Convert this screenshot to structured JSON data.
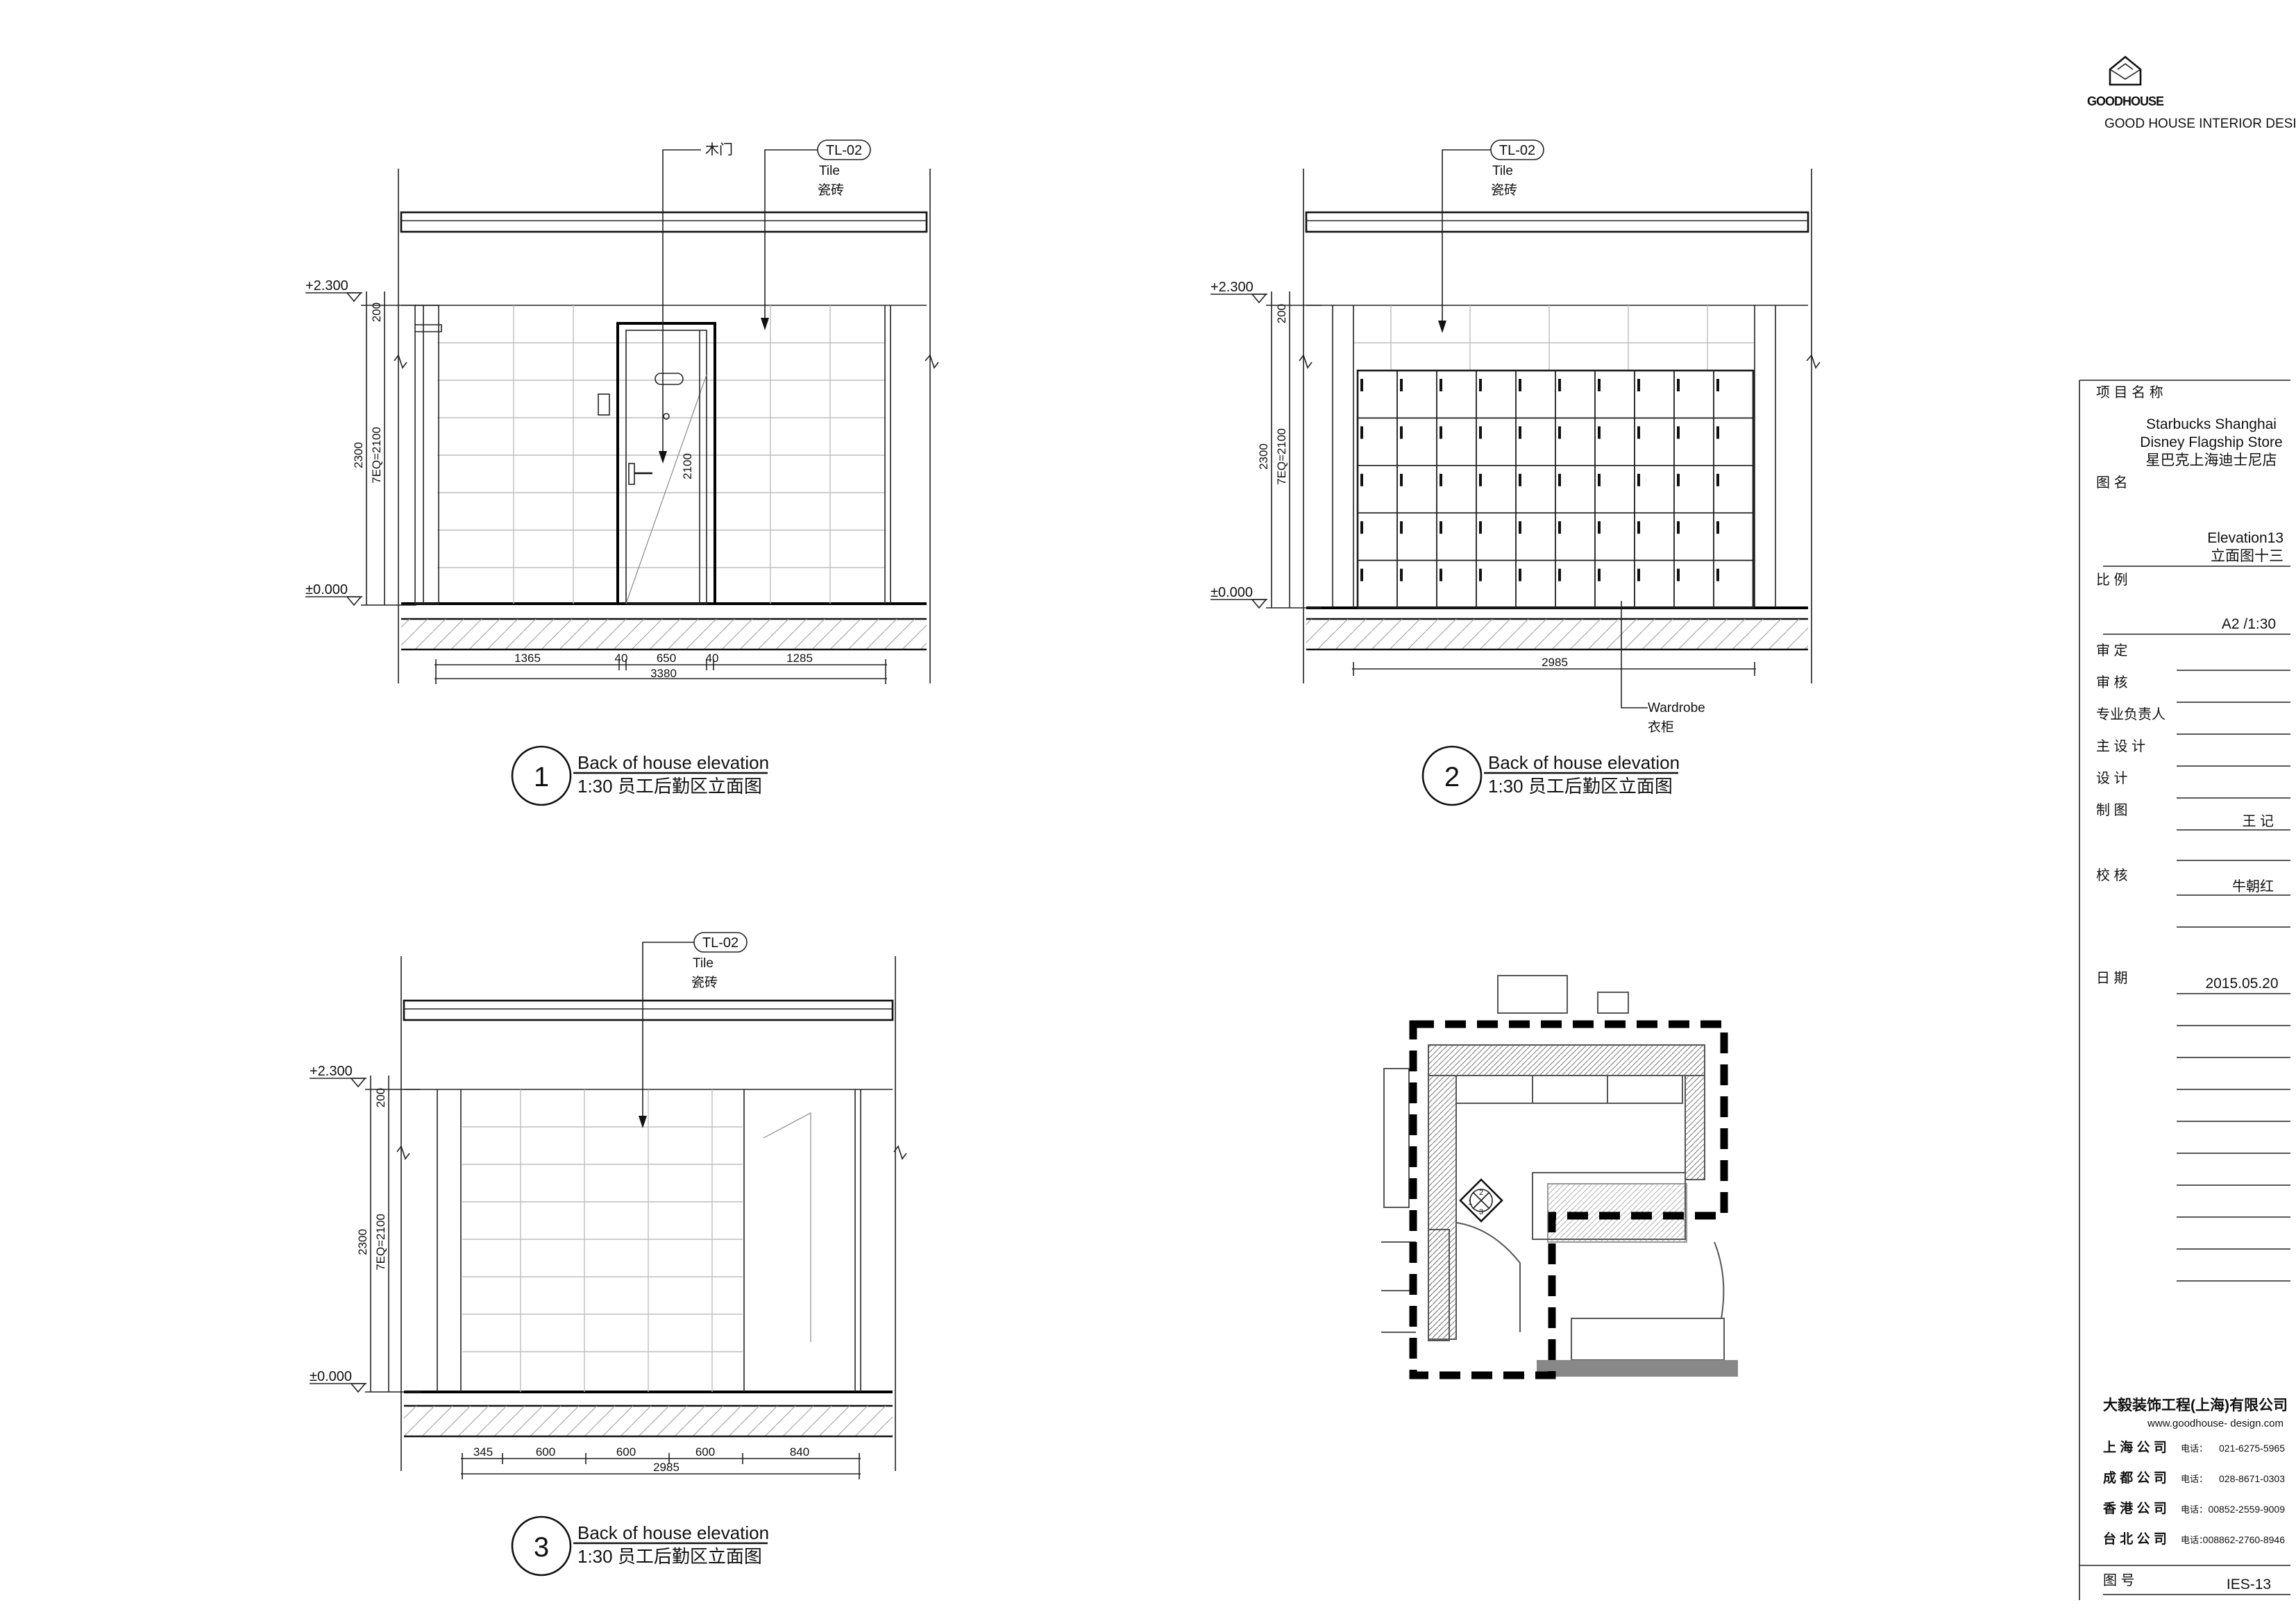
{
  "brand": {
    "logo_text": "GOODHOUSE",
    "name": "GOOD HOUSE INTERIOR DESIGN"
  },
  "elevations": [
    {
      "number": "1",
      "title_en": "Back of house elevation",
      "title_cn": "1:30 员工后勤区立面图",
      "level_top": "+2.300",
      "level_bottom": "±0.000",
      "dim_vertical": {
        "overall": "2300",
        "eq": "7EQ=2100",
        "top": "200"
      },
      "dims_horizontal": [
        "1365",
        "40",
        "650",
        "40",
        "1285"
      ],
      "dim_total": "3380",
      "door_height": "2100",
      "tag": {
        "code": "TL-02",
        "en": "Tile",
        "cn": "瓷砖"
      },
      "extra_label": "木门"
    },
    {
      "number": "2",
      "title_en": "Back of house elevation",
      "title_cn": "1:30 员工后勤区立面图",
      "level_top": "+2.300",
      "level_bottom": "±0.000",
      "dim_vertical": {
        "overall": "2300",
        "eq": "7EQ=2100",
        "top": "200"
      },
      "dim_total": "2985",
      "tag": {
        "code": "TL-02",
        "en": "Tile",
        "cn": "瓷砖"
      },
      "wardrobe": {
        "en": "Wardrobe",
        "cn": "衣柜"
      }
    },
    {
      "number": "3",
      "title_en": "Back of house elevation",
      "title_cn": "1:30 员工后勤区立面图",
      "level_top": "+2.300",
      "level_bottom": "±0.000",
      "dim_vertical": {
        "overall": "2300",
        "eq": "7EQ=2100",
        "top": "200"
      },
      "dims_horizontal": [
        "345",
        "600",
        "600",
        "600",
        "840"
      ],
      "dim_total": "2985",
      "tag": {
        "code": "TL-02",
        "en": "Tile",
        "cn": "瓷砖"
      }
    }
  ],
  "key_plan": {
    "marker": [
      "1",
      "2",
      "3"
    ]
  },
  "title_block": {
    "project_label": "项 目 名 称",
    "project_lines": [
      "Starbucks Shanghai",
      "Disney Flagship Store",
      "星巴克上海迪士尼店"
    ],
    "drawing_name_label": "图    名",
    "drawing_name": [
      "Elevation13",
      "立面图十三"
    ],
    "scale_label": "比    例",
    "scale": "A2 /1:30",
    "roles": [
      {
        "label": "审    定",
        "value": ""
      },
      {
        "label": "审    核",
        "value": ""
      },
      {
        "label": "专业负责人",
        "value": ""
      },
      {
        "label": "主  设  计",
        "value": ""
      },
      {
        "label": "设    计",
        "value": ""
      },
      {
        "label": "制    图",
        "value": "王 记"
      },
      {
        "label": "校    核",
        "value": "牛朝红"
      }
    ],
    "date_label": "日    期",
    "date": "2015.05.20",
    "company": "大毅装饰工程(上海)有限公司",
    "website": "www.goodhouse- design.com",
    "offices": [
      {
        "name": "上 海 公 司",
        "tel_label": "电话：",
        "tel": "021-6275-5965"
      },
      {
        "name": "成 都 公 司",
        "tel_label": "电话：",
        "tel": "028-8671-0303"
      },
      {
        "name": "香 港 公 司",
        "tel_label": "电话：",
        "tel": "00852-2559-9009"
      },
      {
        "name": "台 北 公 司",
        "tel_label": "电话：",
        "tel": "008862-2760-8946"
      }
    ],
    "drawing_no_label": "图    号",
    "drawing_no": "IES-13"
  }
}
